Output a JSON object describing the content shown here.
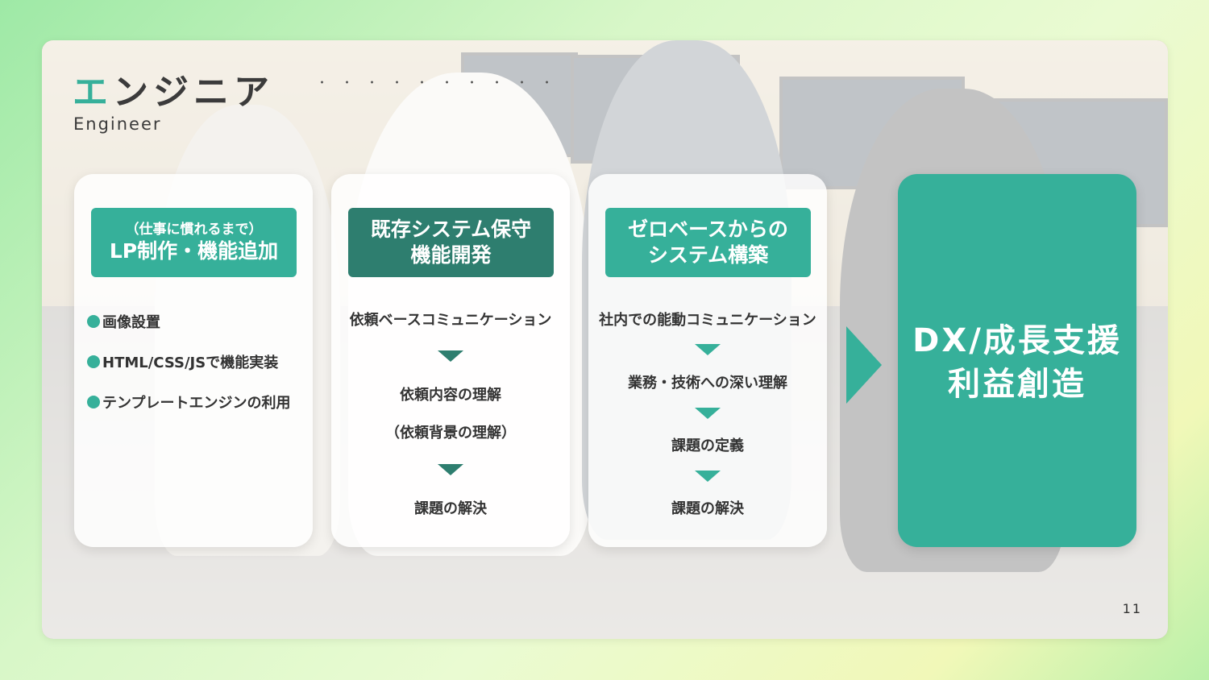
{
  "header": {
    "title_accent": "エ",
    "title_rest": "ンジニア",
    "subtitle": "Engineer"
  },
  "cards": [
    {
      "head_small": "（仕事に慣れるまで）",
      "head_big": "LP制作・機能追加",
      "bullets": [
        "画像設置",
        "HTML/CSS/JSで機能実装",
        "テンプレートエンジンの利用"
      ]
    },
    {
      "head_line1": "既存システム保守",
      "head_line2": "機能開発",
      "steps": [
        "依頼ベースコミュニケーション",
        "依頼内容の理解",
        "（依頼背景の理解）",
        "課題の解決"
      ]
    },
    {
      "head_line1": "ゼロベースからの",
      "head_line2": "システム構築",
      "steps": [
        "社内での能動コミュニケーション",
        "業務・技術への深い理解",
        "課題の定義",
        "課題の解決"
      ]
    }
  ],
  "result": {
    "line1": "DX/成長支援",
    "line2": "利益創造"
  },
  "page_number": "11",
  "colors": {
    "accent": "#36b09a",
    "accent_dark": "#2e7e6f",
    "text": "#333333"
  }
}
